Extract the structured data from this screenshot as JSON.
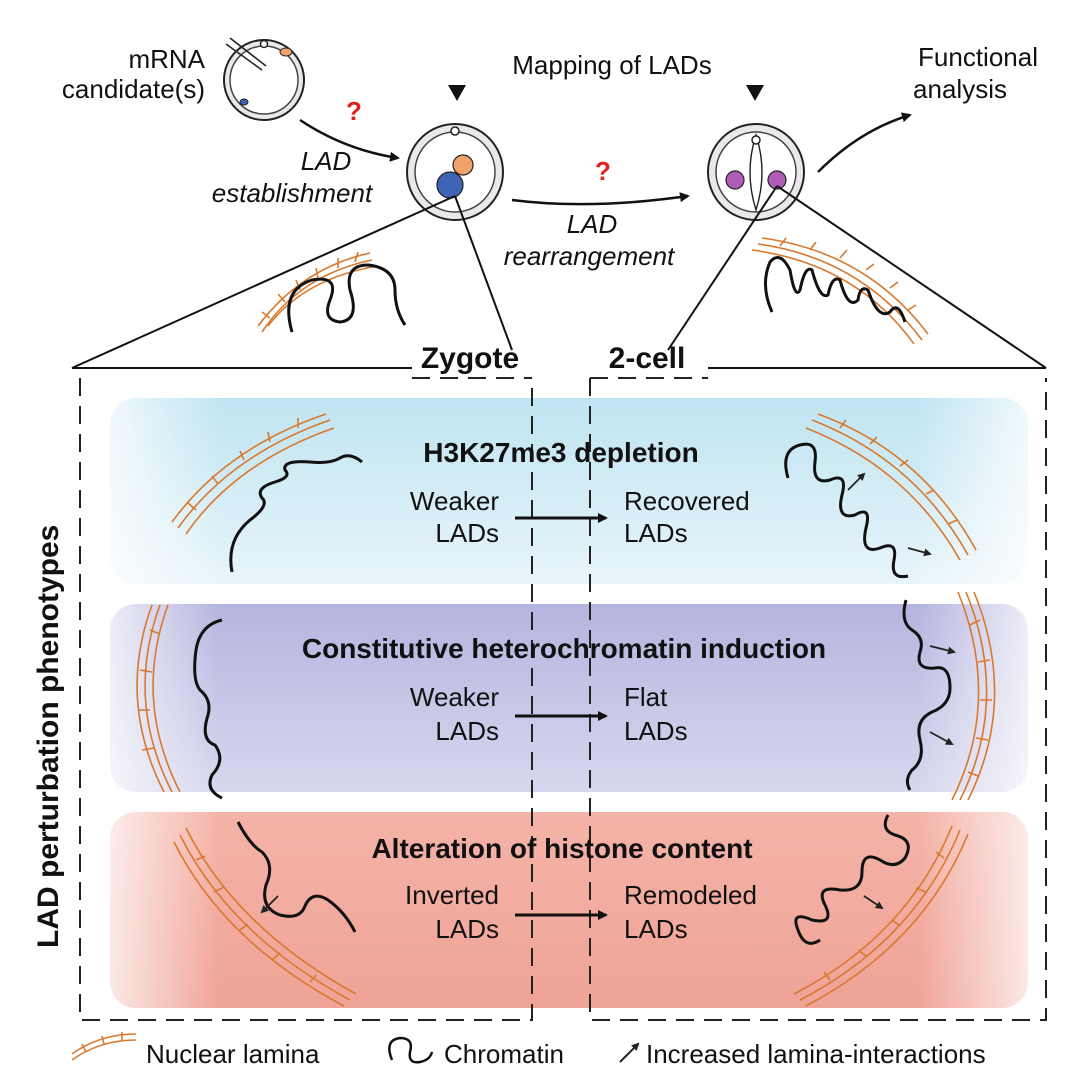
{
  "top": {
    "mrna_line1": "mRNA",
    "mrna_line2": "candidate(s)",
    "mapping": "Mapping of LADs",
    "functional_line1": "Functional",
    "functional_line2": "analysis",
    "lad_establishment_line1": "LAD",
    "lad_establishment_line2": "establishment",
    "lad_rearrangement_line1": "LAD",
    "lad_rearrangement_line2": "rearrangement",
    "question_mark": "?",
    "zygote": "Zygote",
    "two_cell": "2-cell"
  },
  "side_label": "LAD perturbation phenotypes",
  "panels": [
    {
      "title": "H3K27me3 depletion",
      "left_line1": "Weaker",
      "left_line2": "LADs",
      "right_line1": "Recovered",
      "right_line2": "LADs",
      "color": "#bfe4f1"
    },
    {
      "title": "Constitutive heterochromatin induction",
      "left_line1": "Weaker",
      "left_line2": "LADs",
      "right_line1": "Flat",
      "right_line2": "LADs",
      "color": "#b3b3de"
    },
    {
      "title": "Alteration of histone content",
      "left_line1": "Inverted",
      "left_line2": "LADs",
      "right_line1": "Remodeled",
      "right_line2": "LADs",
      "color": "#f2aaa0"
    }
  ],
  "legend": {
    "lamina": "Nuclear lamina",
    "chromatin": "Chromatin",
    "interactions": "Increased lamina-interactions"
  },
  "colors": {
    "lamina": "#d9782c",
    "question": "#e0201c",
    "blue_pronucleus": "#3f63b5",
    "orange_pronucleus": "#f2a36c",
    "purple_nucleus": "#b15cb4"
  }
}
